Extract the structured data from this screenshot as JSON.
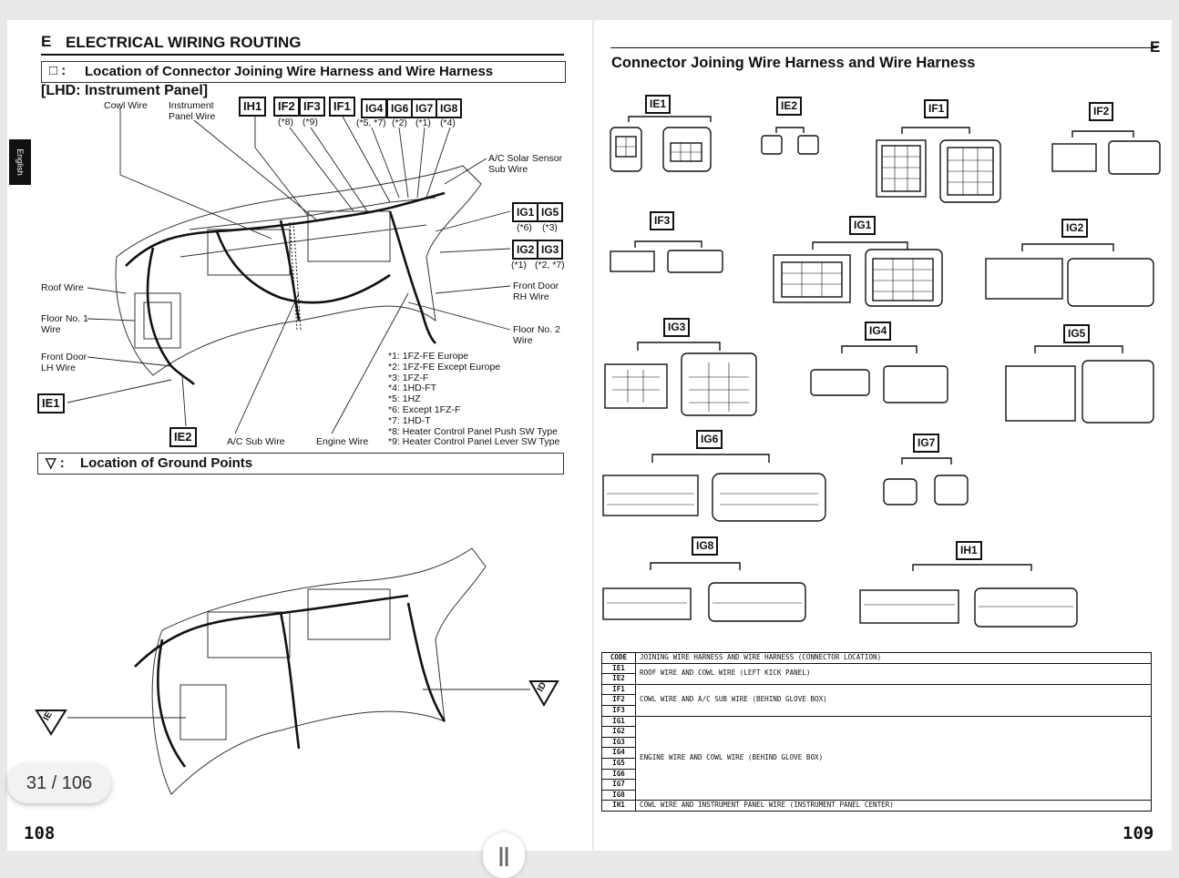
{
  "left": {
    "section_letter": "E",
    "section_title": "ELECTRICAL WIRING ROUTING",
    "legend_connector_symbol": "□ :",
    "legend_connector": "Location of Connector Joining Wire Harness and Wire Harness",
    "subtitle": "[LHD: Instrument Panel]",
    "labels": {
      "cowl": "Cowl Wire",
      "instrument": "Instrument Panel Wire",
      "ac_solar": "A/C Solar Sensor Sub Wire",
      "roof": "Roof Wire",
      "floor1": "Floor No. 1 Wire",
      "frontdoor_lh": "Front Door LH Wire",
      "frontdoor_rh": "Front Door RH Wire",
      "floor2": "Floor No. 2 Wire",
      "ac_sub": "A/C Sub Wire",
      "engine": "Engine Wire"
    },
    "codes": {
      "IH1": "IH1",
      "IF2": "IF2",
      "IF3": "IF3",
      "IF1": "IF1",
      "IG4": "IG4",
      "IG6": "IG6",
      "IG7": "IG7",
      "IG8": "IG8",
      "IG1": "IG1",
      "IG5": "IG5",
      "IG2": "IG2",
      "IG3": "IG3",
      "IE1": "IE1",
      "IE2": "IE2"
    },
    "code_notes": {
      "if2": "(*8)",
      "if3": "(*9)",
      "ig4": "(*5, *7)",
      "ig6": "(*2)",
      "ig7": "(*1)",
      "ig8": "(*4)",
      "ig1": "(*6)",
      "ig5": "(*3)",
      "ig2": "(*1)",
      "ig3": "(*2, *7)"
    },
    "footnotes": [
      "*1: 1FZ-FE Europe",
      "*2: 1FZ-FE Except Europe",
      "*3: 1FZ-F",
      "*4: 1HD-FT",
      "*5: 1HZ",
      "*6: Except 1FZ-F",
      "*7: 1HD-T",
      "*8: Heater Control Panel Push SW Type",
      "*9: Heater Control Panel Lever SW Type"
    ],
    "legend_ground_symbol": "▽ :",
    "legend_ground": "Location of Ground Points",
    "ground_ie": "IE",
    "ground_id": "ID",
    "page_number": "108"
  },
  "right": {
    "section_letter": "E",
    "title": "Connector Joining Wire Harness and Wire Harness",
    "connectors": [
      "IE1",
      "IE2",
      "IF1",
      "IF2",
      "IF3",
      "IG1",
      "IG2",
      "IG3",
      "IG4",
      "IG5",
      "IG6",
      "IG7",
      "IG8",
      "IH1"
    ],
    "table": {
      "header_code": "CODE",
      "header_desc": "JOINING WIRE HARNESS AND WIRE HARNESS (CONNECTOR LOCATION)",
      "rows": [
        {
          "code": "IE1",
          "desc": "ROOF WIRE AND COWL WIRE (LEFT KICK PANEL)"
        },
        {
          "code": "IE2",
          "desc": ""
        },
        {
          "code": "IF1",
          "desc": "COWL WIRE AND A/C SUB WIRE (BEHIND GLOVE BOX)"
        },
        {
          "code": "IF2",
          "desc": ""
        },
        {
          "code": "IF3",
          "desc": ""
        },
        {
          "code": "IG1",
          "desc": ""
        },
        {
          "code": "IG2",
          "desc": ""
        },
        {
          "code": "IG3",
          "desc": ""
        },
        {
          "code": "IG4",
          "desc": "ENGINE WIRE AND COWL WIRE (BEHIND GLOVE BOX)"
        },
        {
          "code": "IG5",
          "desc": ""
        },
        {
          "code": "IG6",
          "desc": ""
        },
        {
          "code": "IG7",
          "desc": ""
        },
        {
          "code": "IG8",
          "desc": ""
        },
        {
          "code": "IH1",
          "desc": "COWL WIRE AND INSTRUMENT PANEL WIRE (INSTRUMENT PANEL CENTER)"
        }
      ]
    },
    "page_number": "109"
  },
  "viewer": {
    "page_indicator": "31 / 106",
    "language_tab": "English",
    "handle_glyph": "||"
  }
}
